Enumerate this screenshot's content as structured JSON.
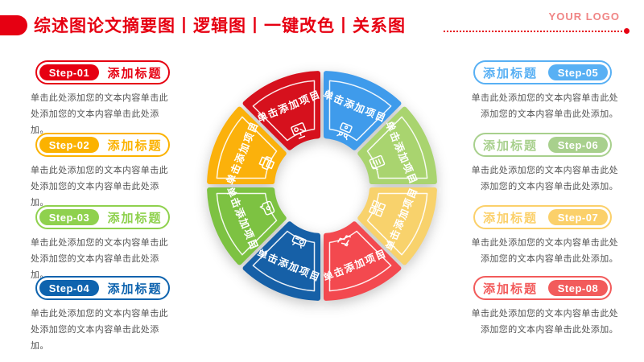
{
  "header": {
    "title": "综述图论文摘要图丨逻辑图丨一键改色丨关系图",
    "logo": "YOUR LOGO",
    "accent_color": "#E60012"
  },
  "steps_left": [
    {
      "id": "Step-01",
      "title": "添加标题",
      "color": "#E60012",
      "body": "单击此处添加您的文本内容单击此处添加您的文本内容单击此处添加。"
    },
    {
      "id": "Step-02",
      "title": "添加标题",
      "color": "#FBB200",
      "body": "单击此处添加您的文本内容单击此处添加您的文本内容单击此处添加。"
    },
    {
      "id": "Step-03",
      "title": "添加标题",
      "color": "#8FD14E",
      "body": "单击此处添加您的文本内容单击此处添加您的文本内容单击此处添加。"
    },
    {
      "id": "Step-04",
      "title": "添加标题",
      "color": "#0E63AE",
      "body": "单击此处添加您的文本内容单击此处添加您的文本内容单击此处添加。"
    }
  ],
  "steps_right": [
    {
      "id": "Step-05",
      "title": "添加标题",
      "color": "#58B0F4",
      "body": "单击此处添加您的文本内容单击此处添加您的文本内容单击此处添加。"
    },
    {
      "id": "Step-06",
      "title": "添加标题",
      "color": "#A8D08D",
      "body": "单击此处添加您的文本内容单击此处添加您的文本内容单击此处添加。"
    },
    {
      "id": "Step-07",
      "title": "添加标题",
      "color": "#FBD06A",
      "body": "单击此处添加您的文本内容单击此处添加您的文本内容单击此处添加。"
    },
    {
      "id": "Step-08",
      "title": "添加标题",
      "color": "#F25B5B",
      "body": "单击此处添加您的文本内容单击此处添加您的文本内容单击此处添加。"
    }
  ],
  "diagram": {
    "label": "单击添加项目",
    "segments": [
      {
        "name": "segment-step-05",
        "color": "#3F9BEB",
        "icon": "people-screen-icon"
      },
      {
        "name": "segment-step-06",
        "color": "#A9D46F",
        "icon": "document-edit-icon"
      },
      {
        "name": "segment-step-07",
        "color": "#F8D26C",
        "icon": "blocks-icon"
      },
      {
        "name": "segment-step-08",
        "color": "#F3494F",
        "icon": "handshake-icon"
      },
      {
        "name": "segment-step-04",
        "color": "#1660A7",
        "icon": "projector-icon"
      },
      {
        "name": "segment-step-03",
        "color": "#7DC242",
        "icon": "chat-gear-icon"
      },
      {
        "name": "segment-step-02",
        "color": "#FBB10B",
        "icon": "printer-icon"
      },
      {
        "name": "segment-step-01",
        "color": "#D6111D",
        "icon": "monitor-gear-icon"
      }
    ]
  }
}
